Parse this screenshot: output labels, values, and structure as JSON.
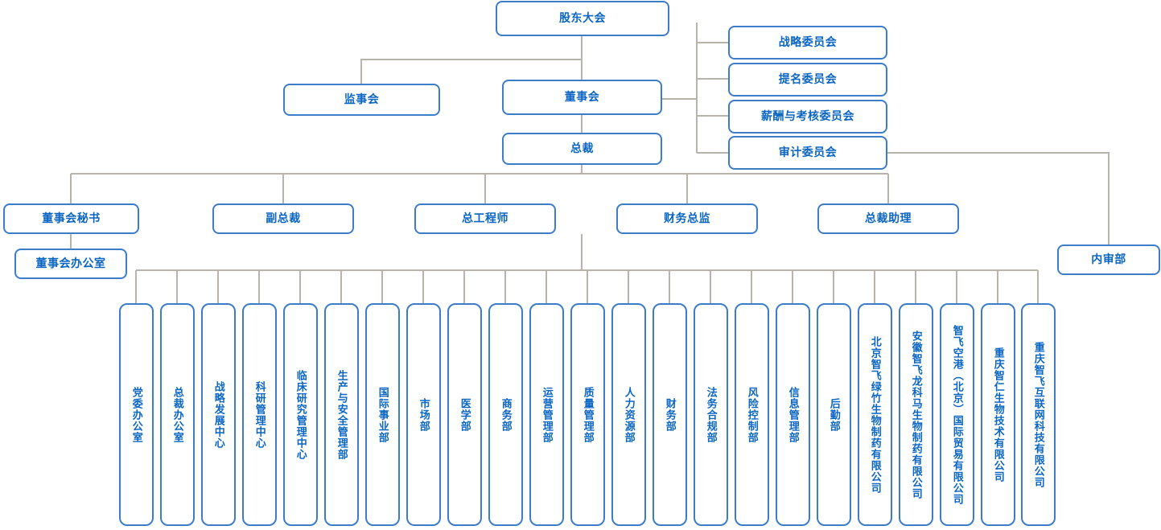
{
  "theme": {
    "box_border_color": "#3d7cc9",
    "box_text_color": "#0b66c3",
    "connector_color": "#b8b3ab",
    "background_color": "#ffffff"
  },
  "chart_title": "",
  "top": {
    "shareholders_meeting": "股东大会",
    "board_of_supervisors": "监事会",
    "board_of_directors": "董事会",
    "president": "总裁"
  },
  "committees": [
    {
      "label": "战略委员会"
    },
    {
      "label": "提名委员会"
    },
    {
      "label": "薪酬与考核委员会"
    },
    {
      "label": "审计委员会"
    }
  ],
  "executives": [
    {
      "label": "董事会秘书"
    },
    {
      "label": "副总裁"
    },
    {
      "label": "总工程师"
    },
    {
      "label": "财务总监"
    },
    {
      "label": "总裁助理"
    }
  ],
  "board_office": {
    "label": "董事会办公室"
  },
  "internal_audit": {
    "label": "内审部"
  },
  "departments": [
    {
      "label": "党委办公室"
    },
    {
      "label": "总裁办公室"
    },
    {
      "label": "战略发展中心"
    },
    {
      "label": "科研管理中心"
    },
    {
      "label": "临床研究管理中心"
    },
    {
      "label": "生产与安全管理部"
    },
    {
      "label": "国际事业部"
    },
    {
      "label": "市场部"
    },
    {
      "label": "医学部"
    },
    {
      "label": "商务部"
    },
    {
      "label": "运营管理部"
    },
    {
      "label": "质量管理部"
    },
    {
      "label": "人力资源部"
    },
    {
      "label": "财务部"
    },
    {
      "label": "法务合规部"
    },
    {
      "label": "风险控制部"
    },
    {
      "label": "信息管理部"
    },
    {
      "label": "后勤部"
    },
    {
      "label": "北京智飞绿竹生物制药有限公司"
    },
    {
      "label": "安徽智飞龙科马生物制药有限公司"
    },
    {
      "label": "智飞空港（北京）国际贸易有限公司"
    },
    {
      "label": "重庆智仁生物技术有限公司"
    },
    {
      "label": "重庆智飞互联网科技有限公司"
    }
  ]
}
